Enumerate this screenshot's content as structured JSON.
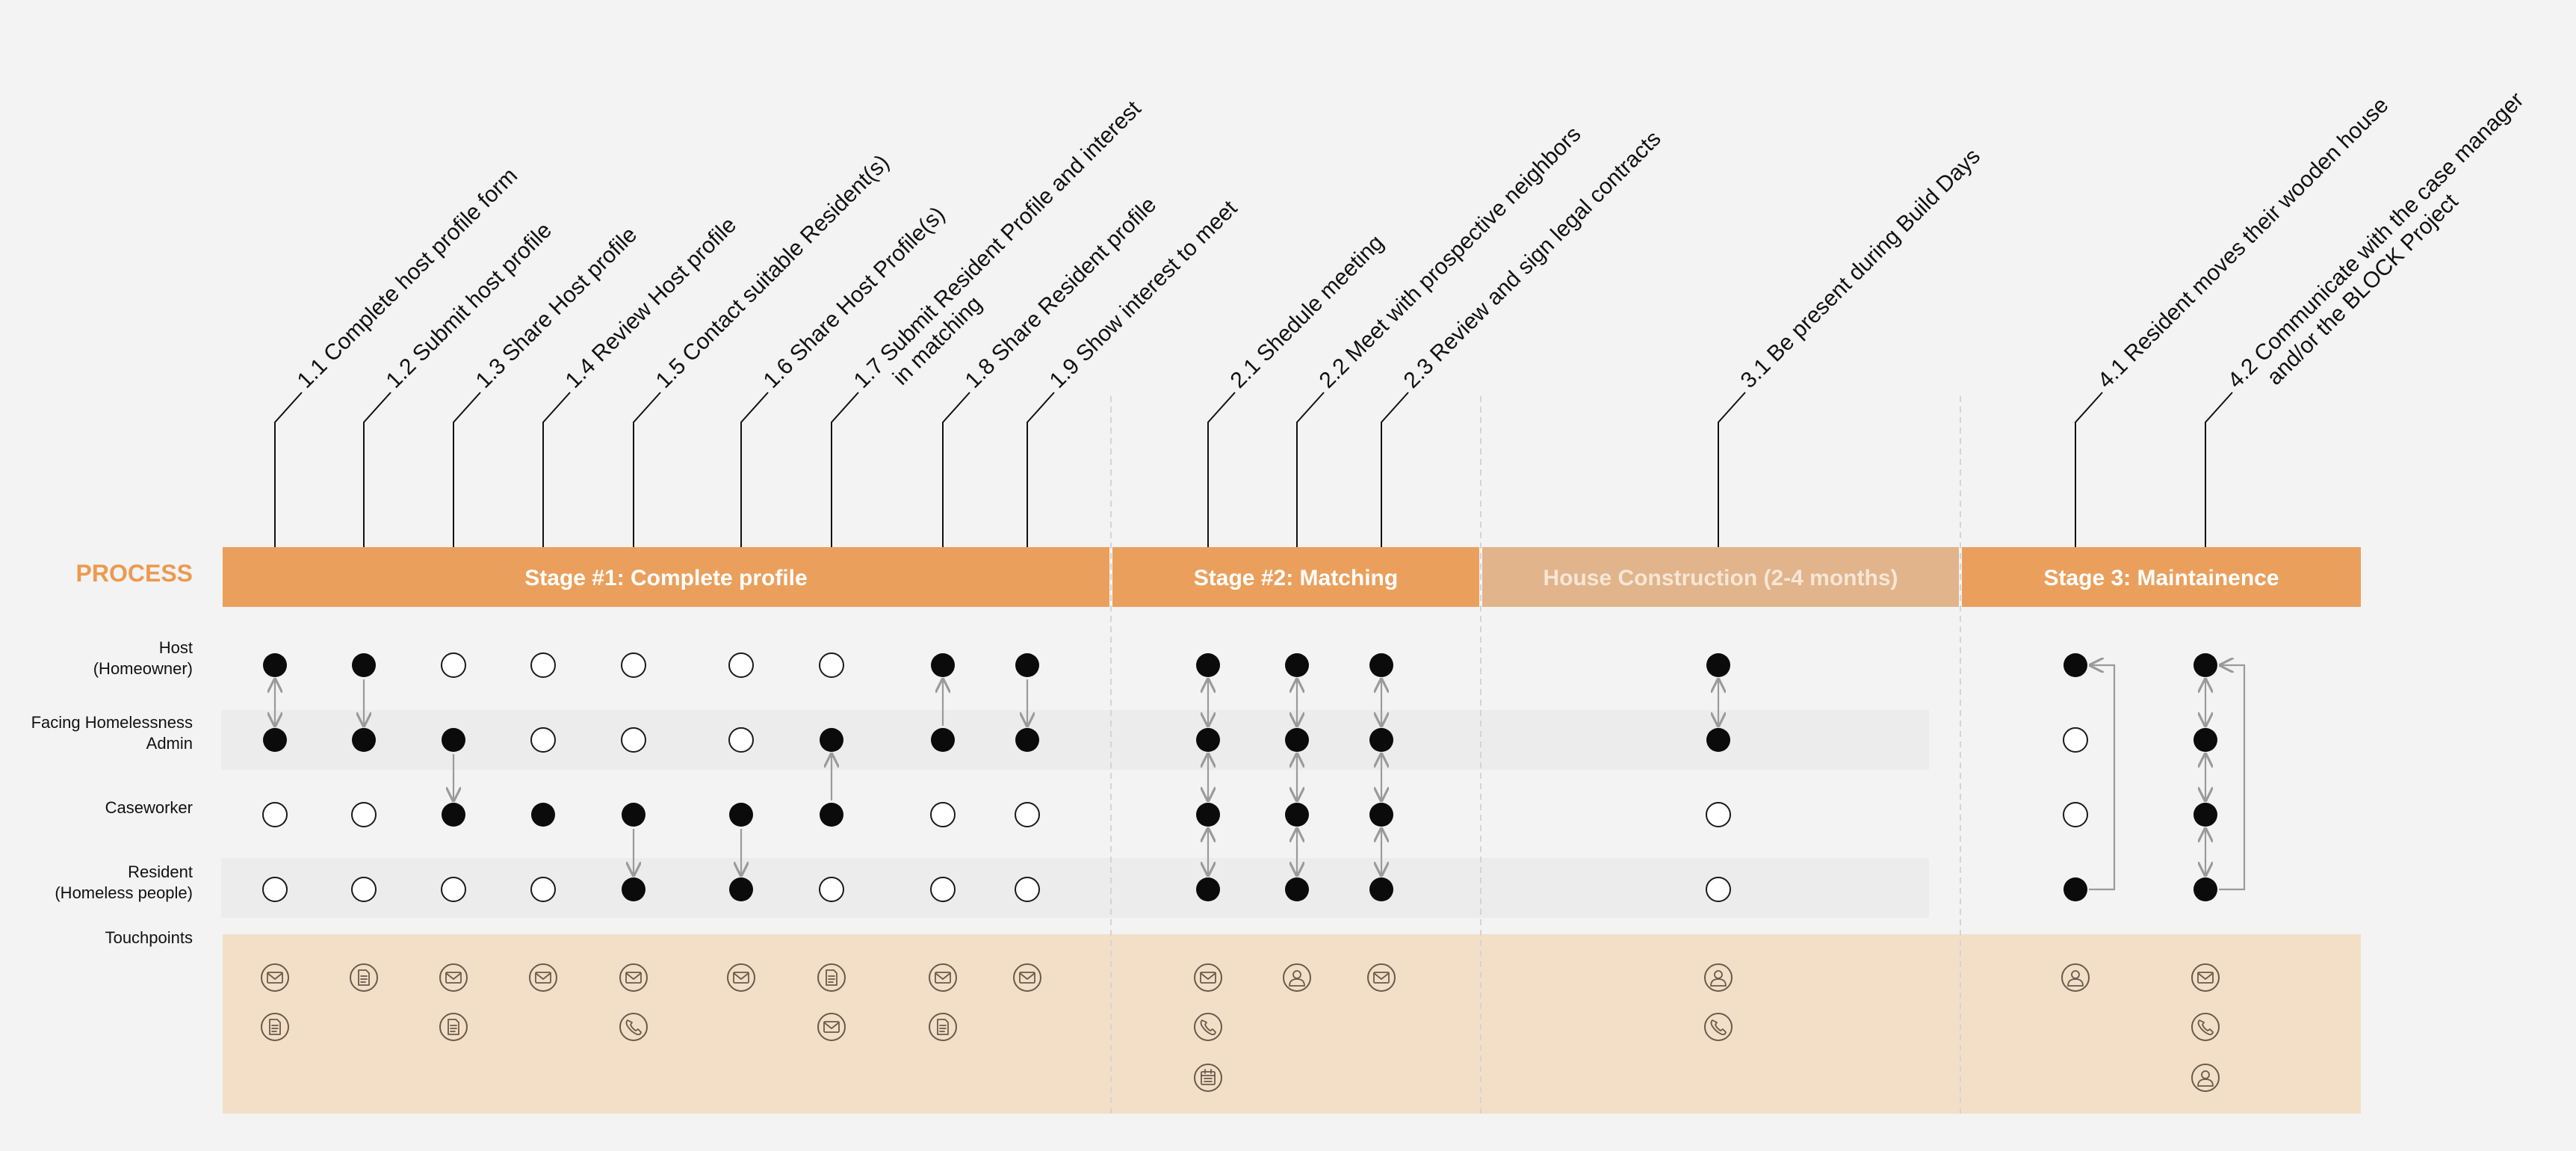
{
  "process_label": "PROCESS",
  "stages": [
    {
      "label": "Stage #1: Complete profile",
      "muted": false
    },
    {
      "label": "Stage #2: Matching",
      "muted": false
    },
    {
      "label": "House Construction (2-4 months)",
      "muted": true
    },
    {
      "label": "Stage 3: Maintainence",
      "muted": false
    }
  ],
  "lanes": [
    {
      "lines": [
        "Host",
        "(Homeowner)"
      ]
    },
    {
      "lines": [
        "Facing Homelessness",
        "Admin"
      ]
    },
    {
      "lines": [
        "Caseworker"
      ]
    },
    {
      "lines": [
        "Resident",
        "(Homeless people)"
      ]
    },
    {
      "lines": [
        "Touchpoints"
      ]
    }
  ],
  "steps": [
    {
      "id": "1.1",
      "lines": [
        "1.1 Complete host profile form"
      ],
      "lanes": [
        1,
        1,
        0,
        0
      ],
      "arrows": [
        {
          "from": 0,
          "to": 1,
          "dir": "both"
        }
      ],
      "icons": [
        [
          "email"
        ],
        [
          "document"
        ]
      ]
    },
    {
      "id": "1.2",
      "lines": [
        "1.2 Submit host profile"
      ],
      "lanes": [
        1,
        1,
        0,
        0
      ],
      "arrows": [
        {
          "from": 0,
          "to": 1,
          "dir": "down"
        }
      ],
      "icons": [
        [
          "document"
        ]
      ]
    },
    {
      "id": "1.3",
      "lines": [
        "1.3 Share Host profile"
      ],
      "lanes": [
        0,
        1,
        1,
        0
      ],
      "arrows": [
        {
          "from": 1,
          "to": 2,
          "dir": "down"
        }
      ],
      "icons": [
        [
          "email"
        ],
        [
          "document"
        ]
      ]
    },
    {
      "id": "1.4",
      "lines": [
        "1.4 Review Host profile"
      ],
      "lanes": [
        0,
        0,
        1,
        0
      ],
      "arrows": [],
      "icons": [
        [
          "email"
        ]
      ]
    },
    {
      "id": "1.5",
      "lines": [
        "1.5 Contact suitable Resident(s)"
      ],
      "lanes": [
        0,
        0,
        1,
        1
      ],
      "arrows": [
        {
          "from": 2,
          "to": 3,
          "dir": "down"
        }
      ],
      "icons": [
        [
          "email"
        ],
        [
          "phone"
        ]
      ]
    },
    {
      "id": "1.6",
      "lines": [
        "1.6 Share Host Profile(s)"
      ],
      "lanes": [
        0,
        0,
        1,
        1
      ],
      "arrows": [
        {
          "from": 2,
          "to": 3,
          "dir": "down"
        }
      ],
      "icons": [
        [
          "email"
        ]
      ]
    },
    {
      "id": "1.7",
      "lines": [
        "1.7 Submit Resident Profile and interest",
        "in matching"
      ],
      "lanes": [
        0,
        1,
        1,
        0
      ],
      "arrows": [
        {
          "from": 2,
          "to": 1,
          "dir": "up"
        }
      ],
      "icons": [
        [
          "document"
        ],
        [
          "email"
        ]
      ]
    },
    {
      "id": "1.8",
      "lines": [
        "1.8 Share Resident profile"
      ],
      "lanes": [
        1,
        1,
        0,
        0
      ],
      "arrows": [
        {
          "from": 1,
          "to": 0,
          "dir": "up"
        }
      ],
      "icons": [
        [
          "email"
        ],
        [
          "document"
        ]
      ]
    },
    {
      "id": "1.9",
      "lines": [
        "1.9 Show interest to meet"
      ],
      "lanes": [
        1,
        1,
        0,
        0
      ],
      "arrows": [
        {
          "from": 0,
          "to": 1,
          "dir": "down"
        }
      ],
      "icons": [
        [
          "email"
        ]
      ]
    },
    {
      "id": "2.1",
      "lines": [
        "2.1 Shedule meeting"
      ],
      "lanes": [
        1,
        1,
        1,
        1
      ],
      "arrows": [
        {
          "from": 0,
          "to": 1,
          "dir": "both"
        },
        {
          "from": 1,
          "to": 2,
          "dir": "both"
        },
        {
          "from": 2,
          "to": 3,
          "dir": "both"
        }
      ],
      "icons": [
        [
          "email"
        ],
        [
          "phone"
        ],
        [
          "calendar"
        ]
      ]
    },
    {
      "id": "2.2",
      "lines": [
        "2.2 Meet with prospective neighbors"
      ],
      "lanes": [
        1,
        1,
        1,
        1
      ],
      "arrows": [
        {
          "from": 0,
          "to": 1,
          "dir": "both"
        },
        {
          "from": 1,
          "to": 2,
          "dir": "both"
        },
        {
          "from": 2,
          "to": 3,
          "dir": "both"
        }
      ],
      "icons": [
        [
          "person"
        ]
      ]
    },
    {
      "id": "2.3",
      "lines": [
        "2.3 Review and sign legal contracts"
      ],
      "lanes": [
        1,
        1,
        1,
        1
      ],
      "arrows": [
        {
          "from": 0,
          "to": 1,
          "dir": "both"
        },
        {
          "from": 1,
          "to": 2,
          "dir": "both"
        },
        {
          "from": 2,
          "to": 3,
          "dir": "both"
        }
      ],
      "icons": [
        [
          "email"
        ]
      ]
    },
    {
      "id": "3.1",
      "lines": [
        "3.1 Be present during Build Days"
      ],
      "lanes": [
        1,
        1,
        0,
        0
      ],
      "arrows": [
        {
          "from": 0,
          "to": 1,
          "dir": "both"
        }
      ],
      "icons": [
        [
          "person"
        ],
        [
          "phone"
        ]
      ]
    },
    {
      "id": "4.1",
      "lines": [
        "4.1 Resident moves their wooden house"
      ],
      "lanes": [
        1,
        0,
        0,
        1
      ],
      "arrows": [],
      "bracket": {
        "from": 3,
        "to": 0
      },
      "icons": [
        [
          "person"
        ]
      ]
    },
    {
      "id": "4.2",
      "lines": [
        "4.2 Communicate with the case manager",
        "and/or the BLOCK Project"
      ],
      "lanes": [
        1,
        1,
        1,
        1
      ],
      "arrows": [
        {
          "from": 0,
          "to": 1,
          "dir": "both"
        },
        {
          "from": 1,
          "to": 2,
          "dir": "both"
        },
        {
          "from": 2,
          "to": 3,
          "dir": "both"
        }
      ],
      "bracket": {
        "from": 3,
        "to": 0
      },
      "icons": [
        [
          "email"
        ],
        [
          "phone"
        ],
        [
          "person"
        ]
      ]
    }
  ]
}
